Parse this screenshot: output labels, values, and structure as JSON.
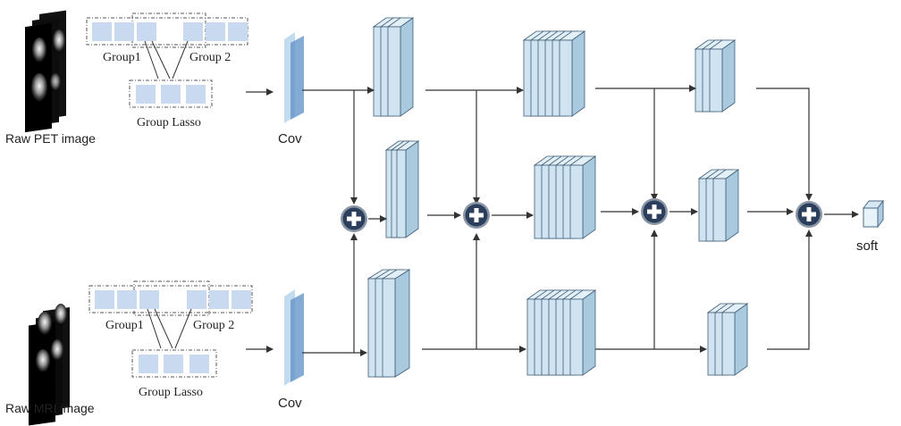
{
  "labels": {
    "raw_pet": "Raw PET image",
    "raw_mri": "Raw MRI image",
    "group1": "Group1",
    "group2": "Group 2",
    "group_lasso": "Group Lasso",
    "cov": "Cov",
    "soft": "soft"
  },
  "colors": {
    "layer_face": "#cfe3f1",
    "layer_side": "#a9c9df",
    "layer_stroke": "#3f5e78",
    "cov_dark": "#5b8fc4",
    "cov_light": "#c3dbee",
    "plus_fill": "#2b3f5c",
    "group_square": "#c9d9ef"
  },
  "icons": {
    "fusion": "plus-circle-icon",
    "pet_scan": "brain-scan-stack-icon",
    "mri_scan": "brain-scan-stack-icon"
  }
}
